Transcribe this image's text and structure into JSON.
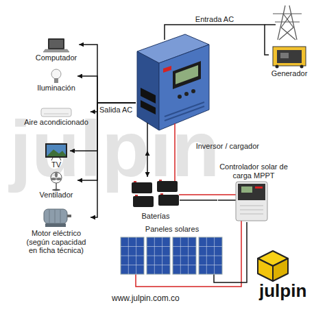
{
  "diagram": {
    "nodes": [
      {
        "text": [
          "Computador"
        ]
      },
      {
        "text": [
          "Iluminación"
        ]
      },
      {
        "text": [
          "Aire acondicionado"
        ]
      },
      {
        "text": [
          "TV"
        ]
      },
      {
        "text": [
          "Ventilador"
        ]
      },
      {
        "text": [
          "Motor eléctrico (según capacidad en ficha técnica)"
        ]
      },
      {
        "text": [
          "Generador"
        ]
      },
      {
        "text": [
          "Inversor / cargador"
        ]
      },
      {
        "text": [
          "Controlador solar de carga MPPT"
        ]
      },
      {
        "text": [
          "Baterías"
        ]
      },
      {
        "text": [
          "Paneles solares"
        ]
      }
    ],
    "edges": [
      {
        "from": 7,
        "to": 0,
        "arrow": "to"
      },
      {
        "from": 7,
        "to": 1,
        "arrow": "to"
      },
      {
        "from": 7,
        "to": 2,
        "arrow": "to"
      },
      {
        "from": 7,
        "to": 3,
        "arrow": "to"
      },
      {
        "from": 7,
        "to": 4,
        "arrow": "to"
      },
      {
        "from": 7,
        "to": 5,
        "arrow": "to"
      },
      {
        "from": 6,
        "to": 7,
        "label": "Entrada AC",
        "arrow": "none"
      },
      {
        "from": 7,
        "to": 9,
        "arrow": "both"
      },
      {
        "from": 8,
        "to": 9,
        "arrow": "none"
      },
      {
        "from": 10,
        "to": 8,
        "arrow": "none"
      }
    ],
    "labels": [
      "Salida AC",
      "julpin",
      "www.julpin.com.co",
      "julpin"
    ]
  }
}
